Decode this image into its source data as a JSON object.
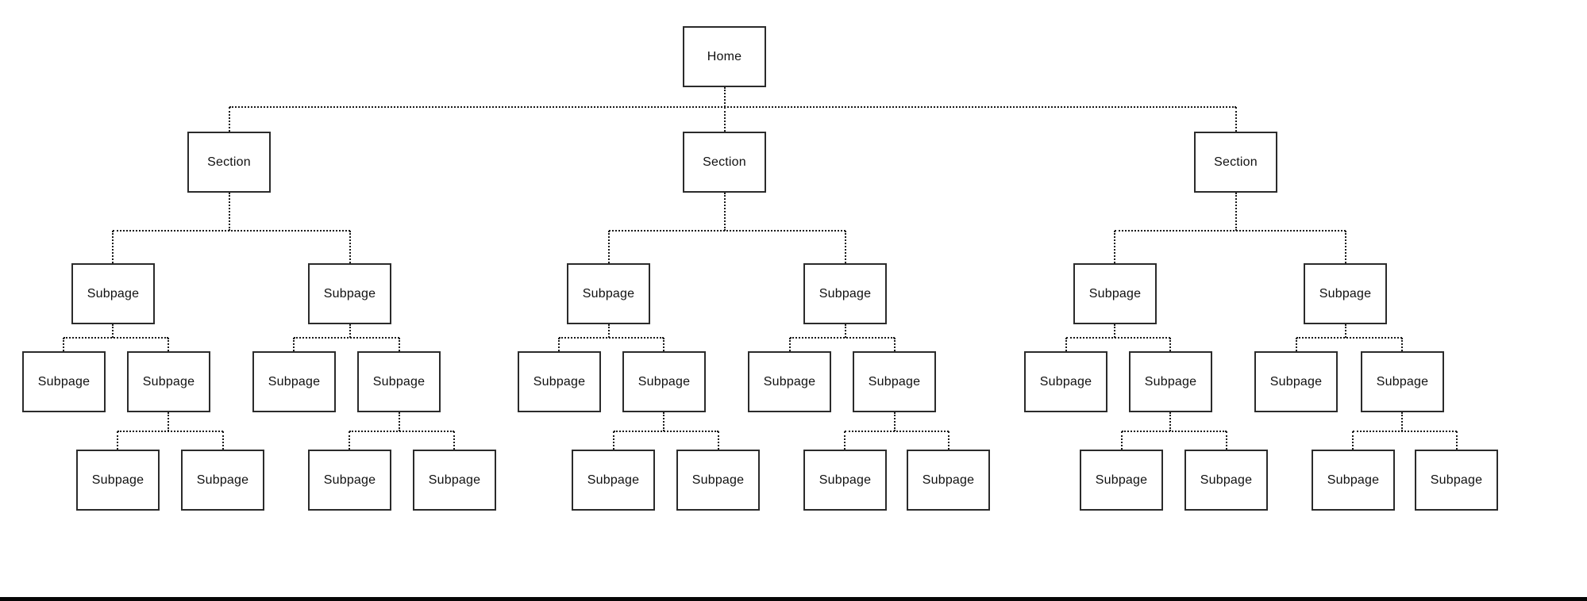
{
  "diagram": {
    "type": "sitemap-tree",
    "colors": {
      "background": "#ffffff",
      "box_fill": "#ffffff",
      "box_border": "#2b2b2b",
      "connector": "#1a1a1a",
      "text": "#111111",
      "bottom_edge": "#060606"
    },
    "tree": {
      "label": "Home",
      "children": [
        {
          "label": "Section",
          "children": [
            {
              "label": "Subpage",
              "children": [
                {
                  "label": "Subpage"
                },
                {
                  "label": "Subpage",
                  "children": [
                    {
                      "label": "Subpage"
                    },
                    {
                      "label": "Subpage"
                    }
                  ]
                }
              ]
            },
            {
              "label": "Subpage",
              "children": [
                {
                  "label": "Subpage"
                },
                {
                  "label": "Subpage",
                  "children": [
                    {
                      "label": "Subpage"
                    },
                    {
                      "label": "Subpage"
                    }
                  ]
                }
              ]
            }
          ]
        },
        {
          "label": "Section",
          "children": [
            {
              "label": "Subpage",
              "children": [
                {
                  "label": "Subpage"
                },
                {
                  "label": "Subpage",
                  "children": [
                    {
                      "label": "Subpage"
                    },
                    {
                      "label": "Subpage"
                    }
                  ]
                }
              ]
            },
            {
              "label": "Subpage",
              "children": [
                {
                  "label": "Subpage"
                },
                {
                  "label": "Subpage",
                  "children": [
                    {
                      "label": "Subpage"
                    },
                    {
                      "label": "Subpage"
                    }
                  ]
                }
              ]
            }
          ]
        },
        {
          "label": "Section",
          "children": [
            {
              "label": "Subpage",
              "children": [
                {
                  "label": "Subpage"
                },
                {
                  "label": "Subpage",
                  "children": [
                    {
                      "label": "Subpage"
                    },
                    {
                      "label": "Subpage"
                    }
                  ]
                }
              ]
            },
            {
              "label": "Subpage",
              "children": [
                {
                  "label": "Subpage"
                },
                {
                  "label": "Subpage",
                  "children": [
                    {
                      "label": "Subpage"
                    },
                    {
                      "label": "Subpage"
                    }
                  ]
                }
              ]
            }
          ]
        }
      ]
    }
  }
}
